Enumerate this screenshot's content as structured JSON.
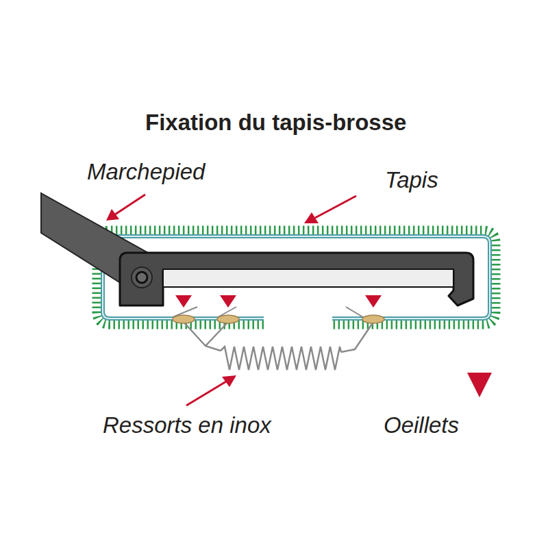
{
  "diagram": {
    "title": "Fixation du tapis-brosse",
    "labels": [
      "Marchepied",
      "Tapis",
      "Ressorts en inox"
    ],
    "legend": [
      {
        "text": "Oeillets"
      }
    ]
  }
}
